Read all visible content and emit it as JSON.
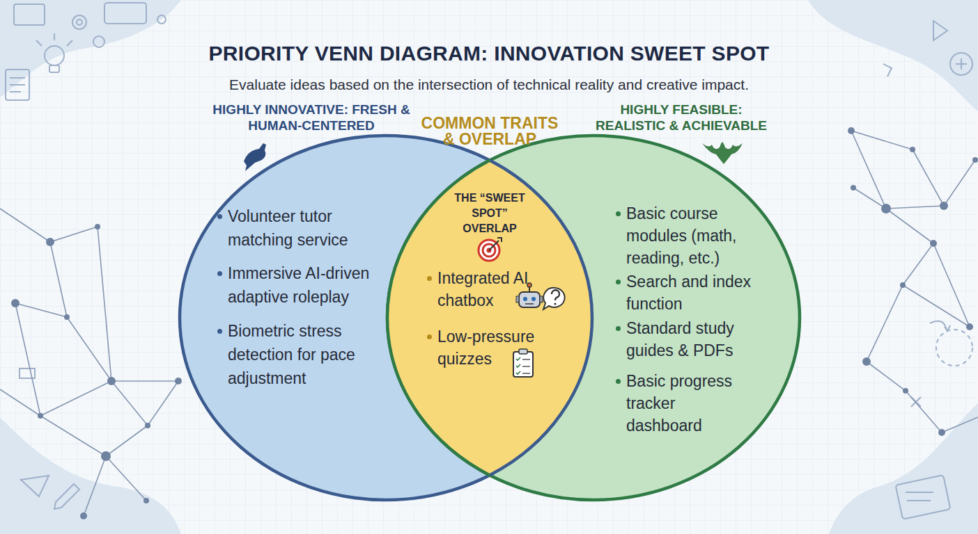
{
  "diagram": {
    "title": "PRIORITY VENN DIAGRAM: INNOVATION SWEET SPOT",
    "nodes": [
      {
        "text": [
          "HIGHLY INNOVATIVE: FRESH & HUMAN-CENTERED",
          "Volunteer tutor matching service",
          "Immersive AI-driven adaptive roleplay",
          "Biometric stress detection for pace adjustment"
        ]
      },
      {
        "text": [
          "COMMON TRAITS & OVERLAP",
          "THE “SWEET SPOT” OVERLAP",
          "Integrated AI chatbox",
          "Low-pressure quizzes"
        ]
      },
      {
        "text": [
          "HIGHLY FEASIBLE: REALISTIC & ACHIEVABLE",
          "Basic course modules (math, reading, etc.)",
          "Search and index function",
          "Standard study guides & PDFs",
          "Basic progress tracker dashboard"
        ]
      }
    ],
    "labels": [
      "Evaluate ideas based on the intersection of technical reality and creative impact."
    ]
  }
}
